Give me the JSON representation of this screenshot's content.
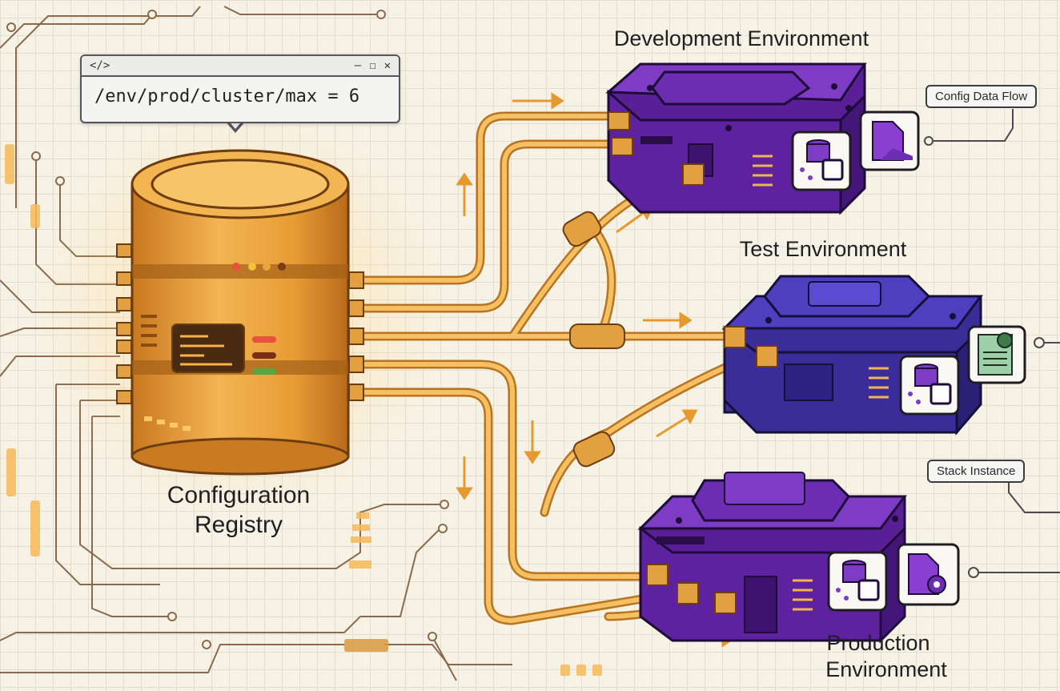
{
  "code_window": {
    "title_icon": "</>",
    "window_controls": [
      "—",
      "☐",
      "✕"
    ],
    "code": "/env/prod/cluster/max = 6"
  },
  "labels": {
    "registry_line1": "Configuration",
    "registry_line2": "Registry",
    "dev_env": "Development Environment",
    "test_env": "Test Environment",
    "prod_line1": "Production",
    "prod_line2": "Environment"
  },
  "callouts": {
    "config_data_flow": "Config Data Flow",
    "stack_instance": "Stack Instance"
  },
  "icons": {
    "dev": [
      "database-sync-icon",
      "document-icon"
    ],
    "test": [
      "database-sync-icon",
      "config-document-icon"
    ],
    "prod": [
      "database-sync-icon",
      "settings-document-icon"
    ]
  },
  "colors": {
    "pipe": "#f0b14a",
    "registry": "#e8a53c",
    "dev_server": "#6a2aa8",
    "test_server": "#3f33a0",
    "prod_server": "#6a2aa8"
  }
}
